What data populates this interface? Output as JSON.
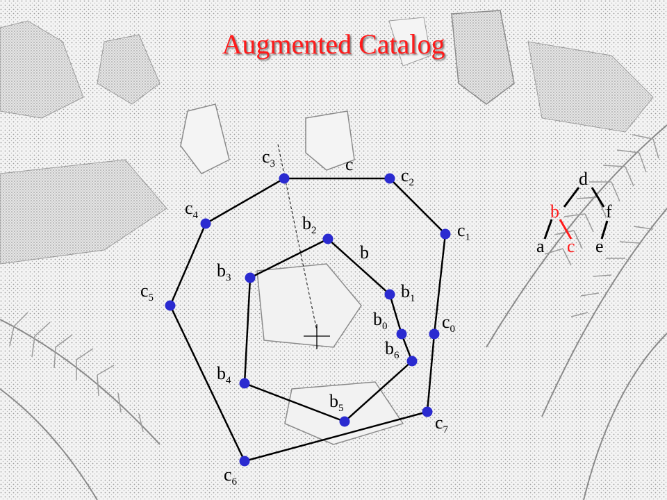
{
  "title": "Augmented Catalog",
  "colors": {
    "title": "#ff1a1a",
    "vertex": "#2a2ad0",
    "edge": "#000000",
    "highlight": "#ff1a1a"
  },
  "polygon_c": {
    "name": "c",
    "vertices": [
      {
        "base": "c",
        "sub": "0"
      },
      {
        "base": "c",
        "sub": "1"
      },
      {
        "base": "c",
        "sub": "2"
      },
      {
        "base": "c",
        "sub": "3"
      },
      {
        "base": "c",
        "sub": "4"
      },
      {
        "base": "c",
        "sub": "5"
      },
      {
        "base": "c",
        "sub": "6"
      },
      {
        "base": "c",
        "sub": "7"
      }
    ]
  },
  "polygon_b": {
    "name": "b",
    "vertices": [
      {
        "base": "b",
        "sub": "0"
      },
      {
        "base": "b",
        "sub": "1"
      },
      {
        "base": "b",
        "sub": "2"
      },
      {
        "base": "b",
        "sub": "3"
      },
      {
        "base": "b",
        "sub": "4"
      },
      {
        "base": "b",
        "sub": "5"
      },
      {
        "base": "b",
        "sub": "6"
      }
    ]
  },
  "tree": {
    "nodes": [
      {
        "id": "d",
        "label": "d",
        "highlight": false
      },
      {
        "id": "b",
        "label": "b",
        "highlight": true
      },
      {
        "id": "f",
        "label": "f",
        "highlight": false
      },
      {
        "id": "a",
        "label": "a",
        "highlight": false
      },
      {
        "id": "c",
        "label": "c",
        "highlight": true
      },
      {
        "id": "e",
        "label": "e",
        "highlight": false
      }
    ]
  }
}
